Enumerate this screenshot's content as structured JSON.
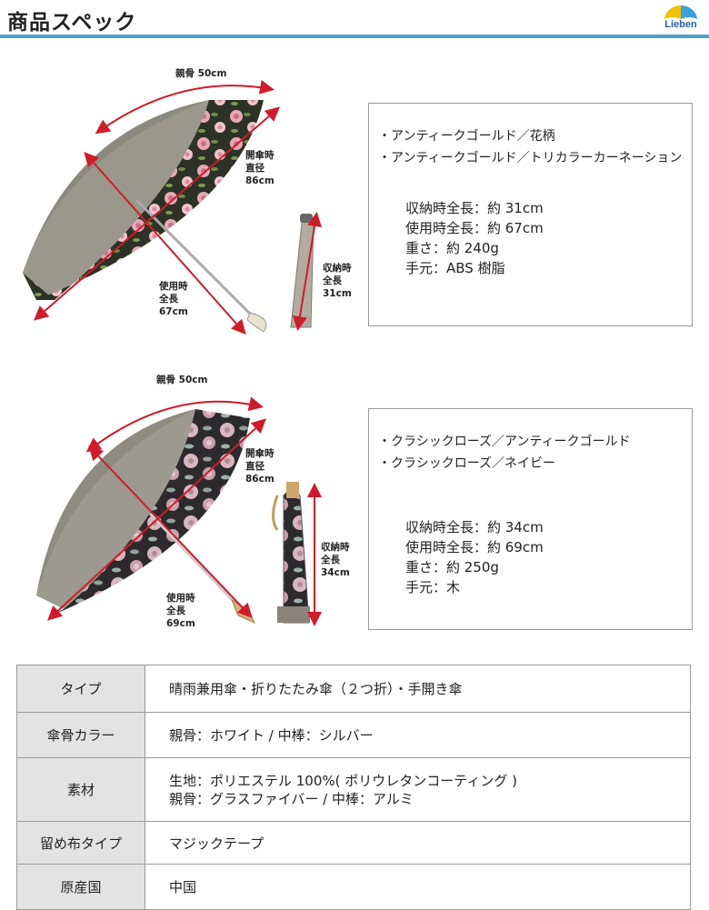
{
  "header": {
    "title": "商品スペック",
    "logo_text": "Lieben"
  },
  "products": [
    {
      "dims": {
        "rib": "親骨 50cm",
        "open_dia": "開傘時\n直径\n86cm",
        "length_use": "使用時\n全長\n67cm",
        "length_closed": "収納時\n全長\n31cm"
      },
      "colors": [
        "・アンティークゴールド／花柄",
        "・アンティークゴールド／トリカラーカーネーション"
      ],
      "specs": [
        "収納時全長：約 31cm",
        "使用時全長：約 67cm",
        "重さ：約 240g",
        "手元：ABS 樹脂"
      ]
    },
    {
      "dims": {
        "rib": "親骨 50cm",
        "open_dia": "開傘時\n直径\n86cm",
        "length_use": "使用時\n全長\n69cm",
        "length_closed": "収納時\n全長\n34cm"
      },
      "colors": [
        "・クラシックローズ／アンティークゴールド",
        "・クラシックローズ／ネイビー"
      ],
      "specs": [
        "収納時全長：約 34cm",
        "使用時全長：約 69cm",
        "重さ：約 250g",
        "手元：木"
      ]
    }
  ],
  "table": [
    {
      "label": "タイプ",
      "value": "晴雨兼用傘・折りたたみ傘（２つ折）・手開き傘"
    },
    {
      "label": "傘骨カラー",
      "value": "親骨：ホワイト / 中棒：シルバー"
    },
    {
      "label": "素材",
      "value": "生地：ポリエステル 100%( ポリウレタンコーティング )",
      "value2": "親骨：グラスファイバー / 中棒：アルミ"
    },
    {
      "label": "留め布タイプ",
      "value": "マジックテープ"
    },
    {
      "label": "原産国",
      "value": "中国"
    }
  ],
  "colors": {
    "accent_rule": "#4a9fd0",
    "arrow": "#d11a2a",
    "label_bg": "#e3e3e3",
    "border": "#9a9a9a"
  }
}
